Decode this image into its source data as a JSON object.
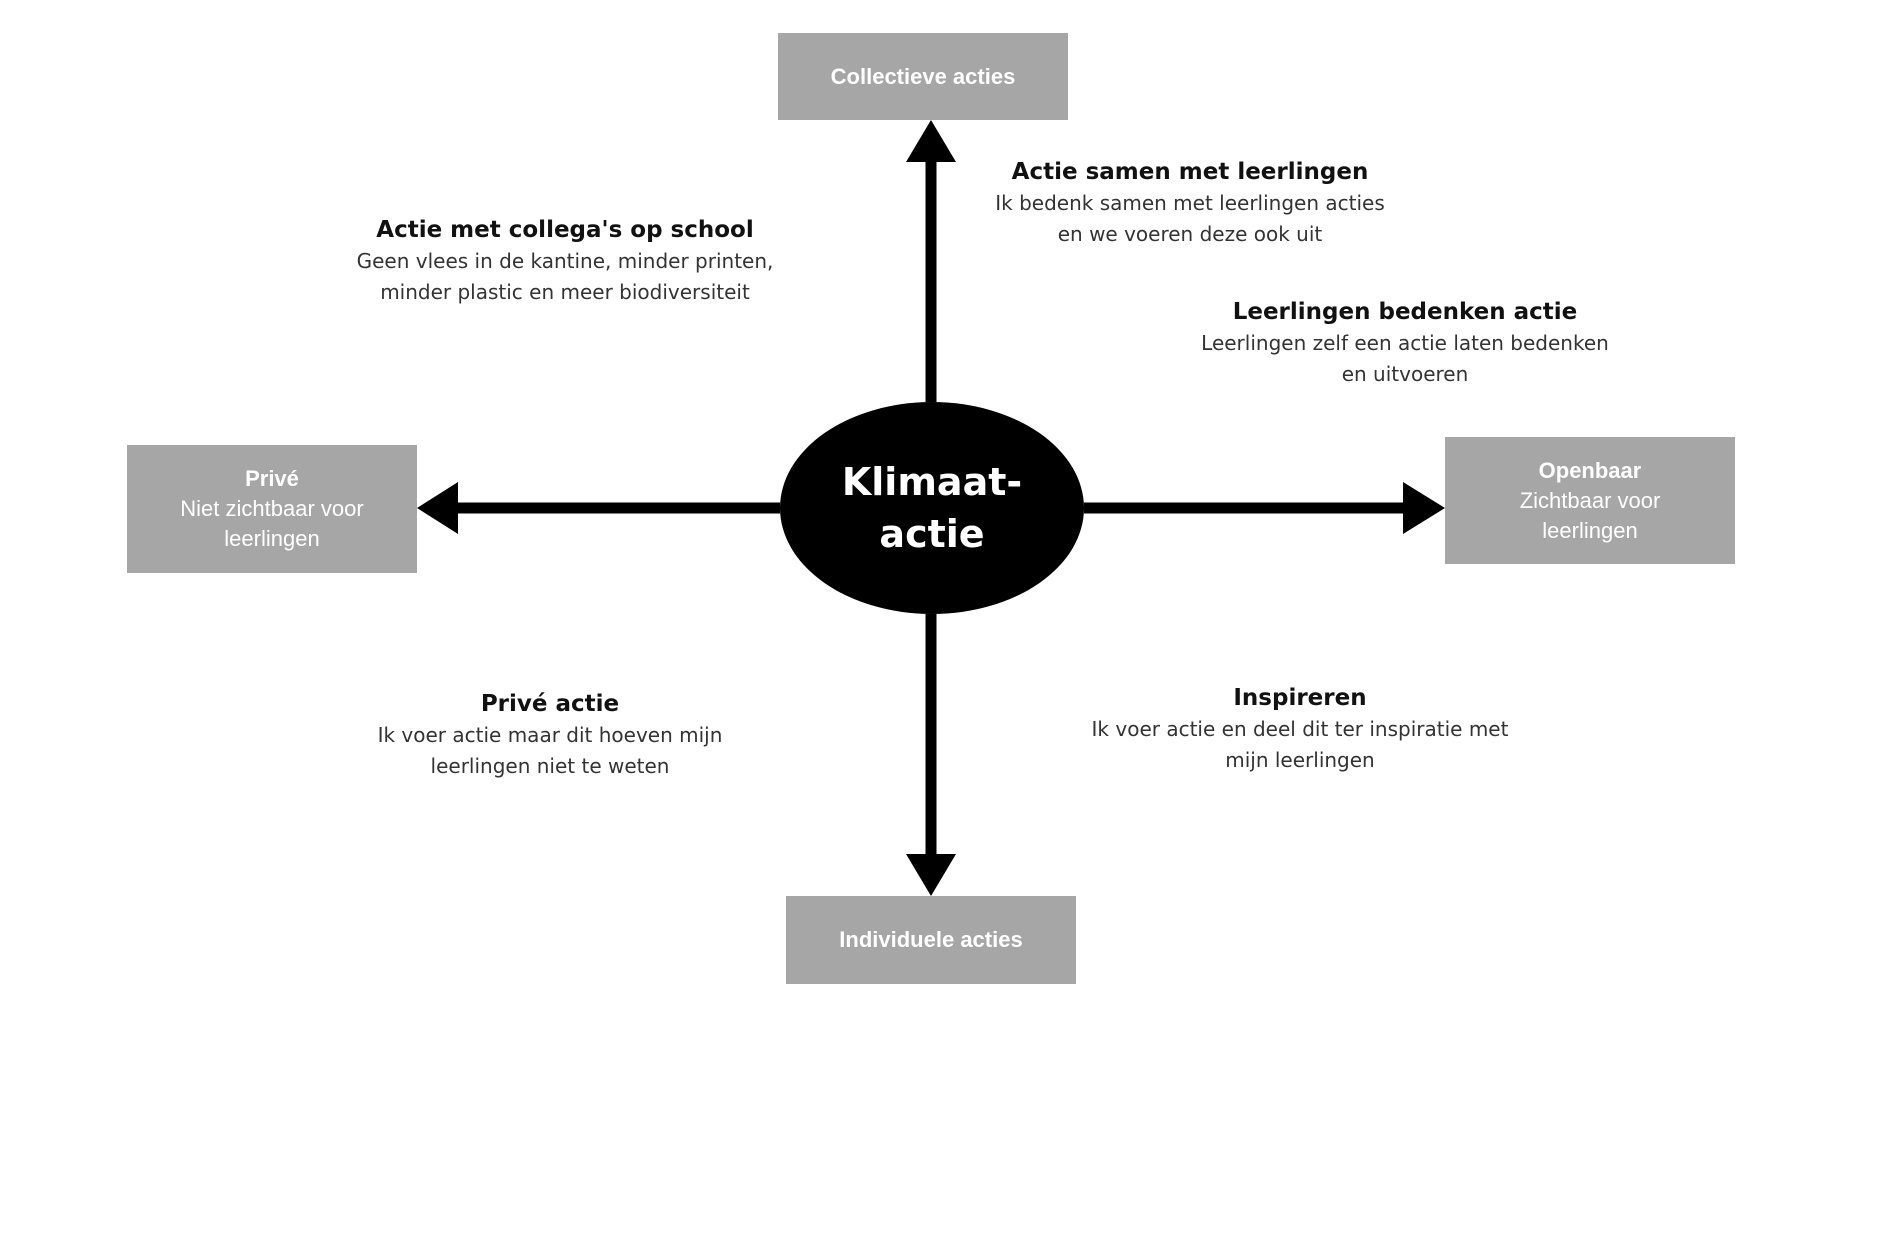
{
  "center": {
    "label": "Klimaat-actie"
  },
  "axes": {
    "top": {
      "title": "Collectieve acties"
    },
    "bottom": {
      "title": "Individuele acties"
    },
    "left": {
      "title": "Privé",
      "subtitle": "Niet zichtbaar voor leerlingen"
    },
    "right": {
      "title": "Openbaar",
      "subtitle": "Zichtbaar voor leerlingen"
    }
  },
  "quadrants": {
    "upper_left": {
      "title": "Actie met collega's op school",
      "text": "Geen vlees in de kantine, minder printen, minder plastic en meer biodiversiteit"
    },
    "upper_right_1": {
      "title": "Actie samen met leerlingen",
      "text": "Ik bedenk samen met leerlingen acties en we voeren deze ook uit"
    },
    "upper_right_2": {
      "title": "Leerlingen bedenken actie",
      "text": "Leerlingen zelf een actie laten bedenken en uitvoeren"
    },
    "lower_left": {
      "title": "Privé actie",
      "text": "Ik voer actie maar dit hoeven mijn leerlingen niet te weten"
    },
    "lower_right": {
      "title": "Inspireren",
      "text": "Ik voer actie en deel dit ter inspiratie met mijn leerlingen"
    }
  },
  "colors": {
    "box_fill": "#a6a6a6",
    "box_text": "#ffffff",
    "center_fill": "#000000",
    "arrow": "#000000"
  }
}
